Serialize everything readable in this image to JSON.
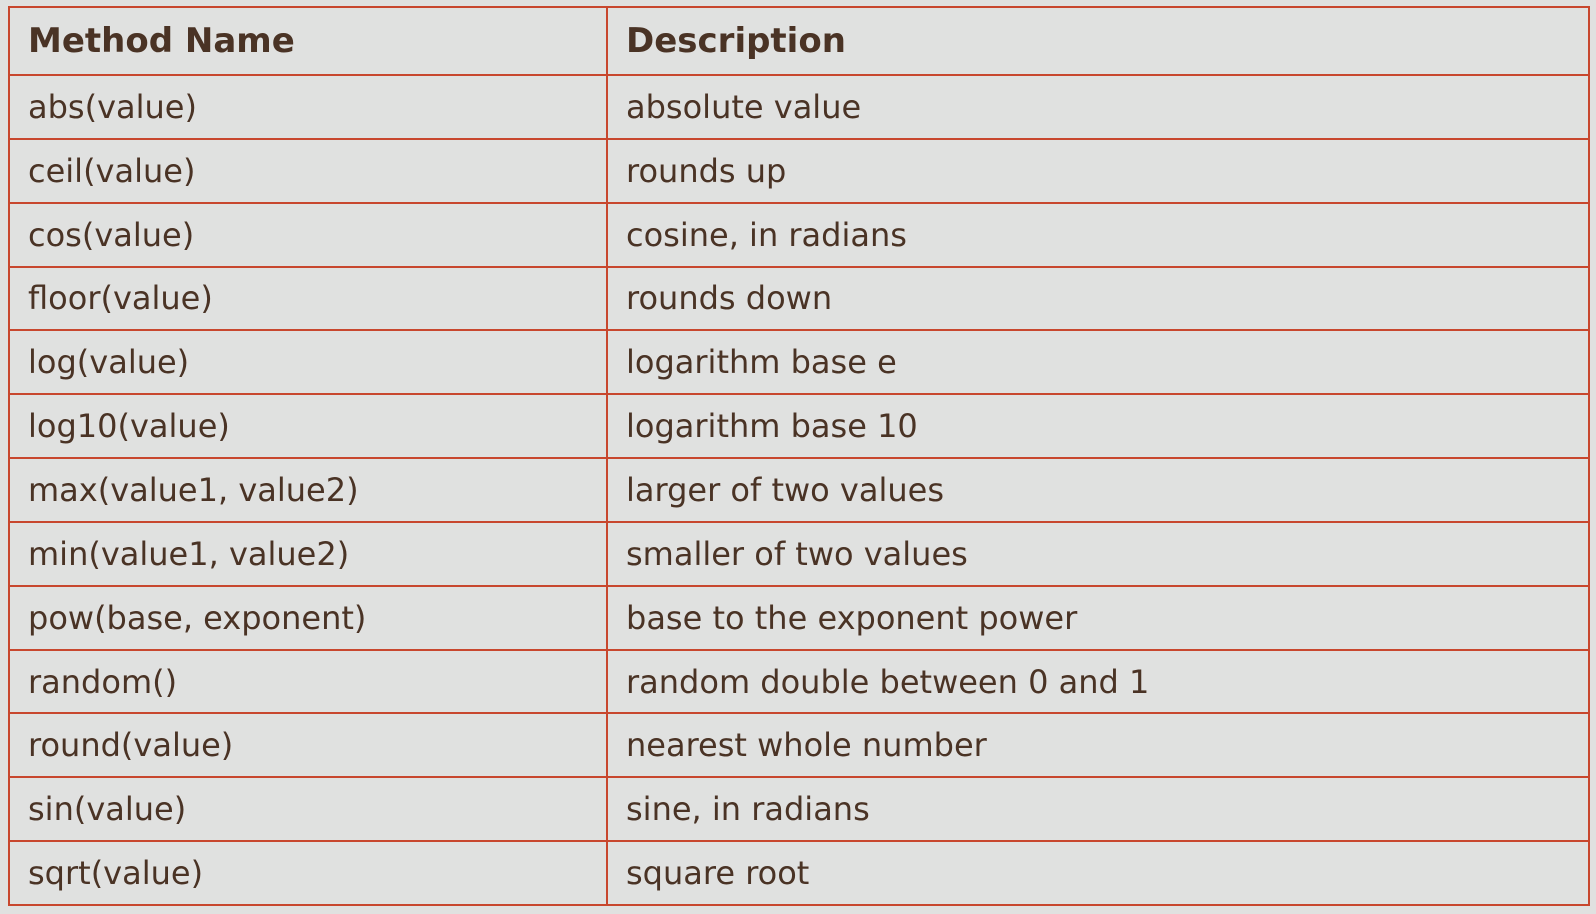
{
  "table": {
    "headers": [
      "Method Name",
      "Description"
    ],
    "rows": [
      [
        "abs(value)",
        "absolute value"
      ],
      [
        "ceil(value)",
        "rounds up"
      ],
      [
        "cos(value)",
        "cosine, in radians"
      ],
      [
        "floor(value)",
        "rounds down"
      ],
      [
        "log(value)",
        "logarithm base e"
      ],
      [
        "log10(value)",
        "logarithm base 10"
      ],
      [
        "max(value1, value2)",
        "larger of two values"
      ],
      [
        "min(value1, value2)",
        "smaller of two values"
      ],
      [
        "pow(base, exponent)",
        "base to the exponent power"
      ],
      [
        "random()",
        "random double between 0 and 1"
      ],
      [
        "round(value)",
        "nearest whole number"
      ],
      [
        "sin(value)",
        "sine, in radians"
      ],
      [
        "sqrt(value)",
        "square root"
      ]
    ]
  },
  "colors": {
    "background": "#e0e1e0",
    "border": "#c8472e",
    "text": "#4a3325"
  }
}
